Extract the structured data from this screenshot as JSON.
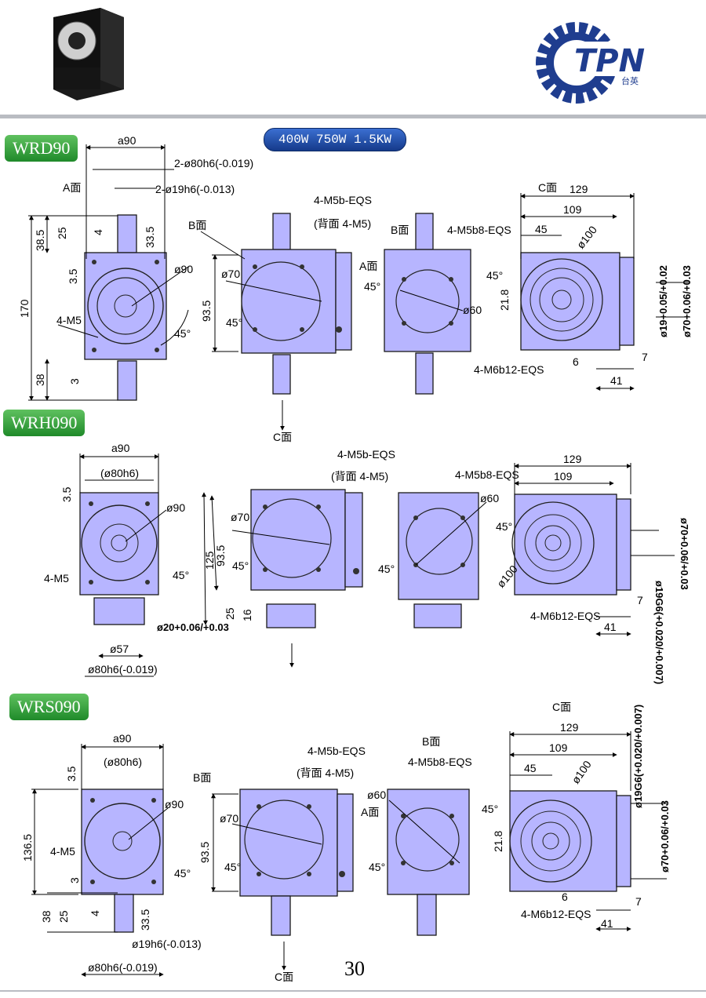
{
  "brand": {
    "logo_text": "TPN",
    "logo_sub": "台英"
  },
  "power_badge": "400W 750W 1.5KW",
  "page_number": "30",
  "sections": [
    {
      "model": "WRD90"
    },
    {
      "model": "WRH090"
    },
    {
      "model": "WRS090"
    }
  ],
  "dimensions": {
    "s1": {
      "a90": "a90",
      "d80": "2-ø80h6(-0.019)",
      "d19": "2-ø19h6(-0.013)",
      "d38_5": "38.5",
      "d25": "25",
      "d33_5": "33.5",
      "d4": "4",
      "d3_5": "3.5",
      "d170": "170",
      "d90": "ø90",
      "m5": "4-M5",
      "a45": "45°",
      "d38": "38",
      "d3": "3",
      "face_a": "A面",
      "face_b": "B面",
      "face_c": "C面",
      "m5b": "4-M5b-EQS",
      "m5b_back": "(背面 4-M5)",
      "d70": "ø70",
      "d93_5": "93.5",
      "m5b8": "4-M5b8-EQS",
      "d60": "ø60",
      "d129": "129",
      "d109": "109",
      "d45": "45",
      "d100": "ø100",
      "d21_8": "21.8",
      "d19b": "ø19+0.05/+0.02",
      "d70b": "ø70+0.06/+0.03",
      "m6": "4-M6b12-EQS",
      "d6": "6",
      "d7": "7",
      "d41": "41"
    },
    "s2": {
      "a90": "a90",
      "d80": "(ø80h6)",
      "d3_5": "3.5",
      "d90": "ø90",
      "a45": "45°",
      "m5": "4-M5",
      "d20": "ø20+0.06/+0.03",
      "d57": "ø57",
      "d80b": "ø80h6(-0.019)",
      "d70": "ø70",
      "d93_5": "93.5",
      "d125": "125",
      "d25": "25",
      "d16": "16",
      "m5b": "4-M5b-EQS",
      "m5b_back": "(背面 4-M5)",
      "m5b8": "4-M5b8-EQS",
      "d60": "ø60",
      "d129": "129",
      "d109": "109",
      "d19g": "ø19G6(+0.020/+0.007)",
      "d70b": "ø70+0.06/+0.03",
      "d100": "ø100",
      "m6": "4-M6b12-EQS",
      "d7": "7",
      "d41": "41"
    },
    "s3": {
      "a90": "a90",
      "d80": "(ø80h6)",
      "d3_5": "3.5",
      "d90": "ø90",
      "d136_5": "136.5",
      "m5": "4-M5",
      "a45": "45°",
      "d3": "3",
      "d38": "38",
      "d25": "25",
      "d4": "4",
      "d33_5": "33.5",
      "d19": "ø19h6(-0.013)",
      "d80b": "ø80h6(-0.019)",
      "m5b": "4-M5b-EQS",
      "m5b_back": "(背面 4-M5)",
      "d70": "ø70",
      "d93_5": "93.5",
      "m5b8": "4-M5b8-EQS",
      "d60": "ø60",
      "d129": "129",
      "d109": "109",
      "d45": "45",
      "d100": "ø100",
      "d21_8": "21.8",
      "d19g": "ø19G6(+0.020/+0.007)",
      "d70b": "ø70+0.06/+0.03",
      "m6": "4-M6b12-EQS",
      "d6": "6",
      "d7": "7",
      "d41": "41"
    }
  }
}
